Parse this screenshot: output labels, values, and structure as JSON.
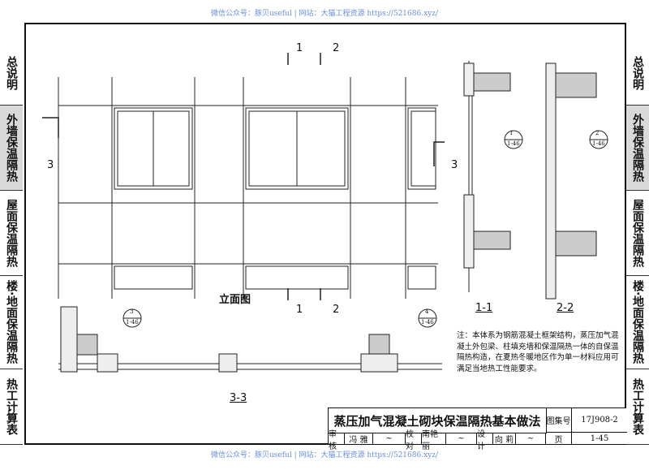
{
  "watermark": "微信公众号：豚贝useful | 网站：大猫工程资源 https://521686.xyz/",
  "side_tabs": [
    {
      "label": "总说明",
      "active": false
    },
    {
      "label": "外墙保温隔热",
      "active": true
    },
    {
      "label": "屋面保温隔热",
      "active": false
    },
    {
      "label": "楼·地面保温隔热",
      "active": false
    },
    {
      "label": "热工计算表",
      "active": false
    }
  ],
  "drawing": {
    "elevation_label": "立面图",
    "section_marks": {
      "s1": "1",
      "s2": "2",
      "s3": "3"
    },
    "section_titles": {
      "s11": "1-1",
      "s22": "2-2",
      "s33": "3-3"
    },
    "detail_refs": [
      {
        "num": "1",
        "sheet": "1-46"
      },
      {
        "num": "2",
        "sheet": "1-46"
      },
      {
        "num": "3",
        "sheet": "1-46"
      },
      {
        "num": "4",
        "sheet": "1-46"
      }
    ]
  },
  "note": "注：本体系为钢筋混凝土框架结构，蒸压加气混凝土外包梁、柱填充墙和保温隔热一体的自保温隔热构造，在夏热冬暖地区作为单一材料应用可满足当地热工性能要求。",
  "title_block": {
    "title": "蒸压加气混凝土砌块保温隔热基本做法",
    "atlas_label": "图集号",
    "atlas_no": "17J908-2",
    "review_label": "审核",
    "reviewer": "冯 雅",
    "check_label": "校对",
    "checker": "南艳丽",
    "design_label": "设计",
    "designer": "向 莉",
    "page_label": "页",
    "page_no": "1-45"
  },
  "colors": {
    "watermark": "#6a8fd8",
    "active_tab": "#d9d9d9"
  }
}
